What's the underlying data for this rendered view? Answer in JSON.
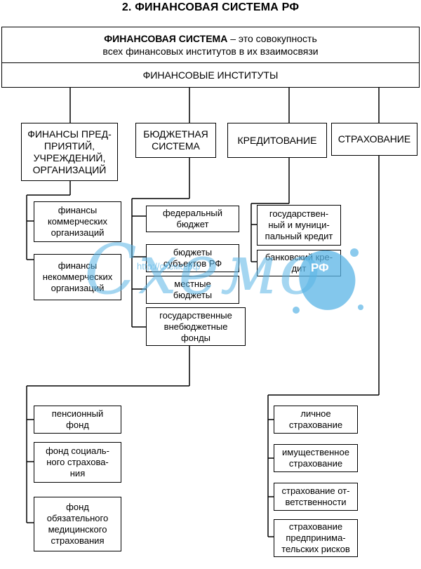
{
  "title": "2. ФИНАНСОВАЯ СИСТЕМА РФ",
  "definition": {
    "term": "ФИНАНСОВАЯ СИСТЕМА",
    "rest": " – это совокупность",
    "line2": "всех финансовых институтов в их взаимосвязи"
  },
  "institutions": "ФИНАНСОВЫЕ ИНСТИТУТЫ",
  "categories": {
    "enterprise": "ФИНАНСЫ ПРЕД-\nПРИЯТИЙ,\nУЧРЕЖДЕНИЙ,\nОРГАНИЗАЦИЙ",
    "budget": "БЮДЖЕТНАЯ\nСИСТЕМА",
    "credit": "КРЕДИТОВАНИЕ",
    "insurance": "СТРАХОВАНИЕ"
  },
  "enterprise_items": [
    "финансы\nкоммерческих\nорганизаций",
    "финансы\nнекоммерческих\nорганизаций"
  ],
  "budget_items": [
    "федеральный\nбюджет",
    "бюджеты\nсубъектов РФ",
    "местные\nбюджеты",
    "государственные\nвнебюджетные\nфонды"
  ],
  "credit_items": [
    "государствен-\nный и муници-\nпальный кредит",
    "банковский кре-\nдит"
  ],
  "fund_items": [
    "пенсионный\nфонд",
    "фонд социаль-\nного страхова-\nния",
    "фонд\nобязательного\nмедицинского\nстрахования"
  ],
  "insurance_items": [
    "личное\nстрахование",
    "имущественное\nстрахование",
    "страхование от-\nветственности",
    "страхование\nпредпринима-\nтельских рисков"
  ],
  "watermark": {
    "text": "Схемо",
    "url": "http://схемо.рф",
    "suffix": "РФ",
    "color": "#5ab4e6"
  }
}
